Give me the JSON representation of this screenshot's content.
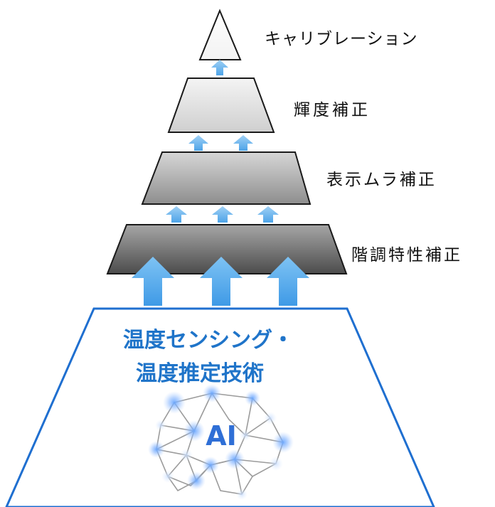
{
  "pyramid": {
    "levels": [
      {
        "label": "キャリブレーション"
      },
      {
        "label": "輝度補正"
      },
      {
        "label": "表示ムラ補正"
      },
      {
        "label": "階調特性補正"
      }
    ],
    "base": {
      "line1": "温度センシング・",
      "line2": "温度推定技術",
      "ai_label": "AI"
    }
  },
  "colors": {
    "arrow": "#7db8ea",
    "base_border": "#1f6fd0",
    "base_text": "#1f74c9"
  }
}
